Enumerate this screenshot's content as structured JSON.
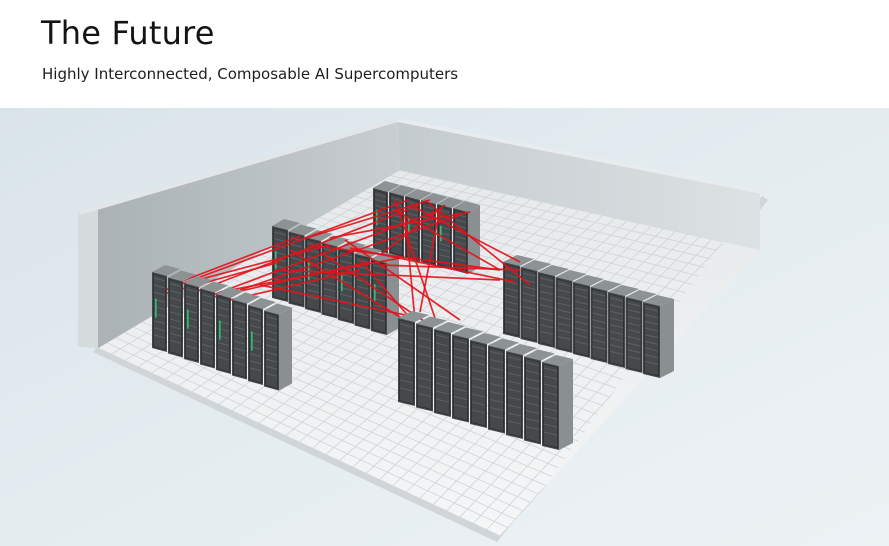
{
  "slide": {
    "title": "The Future",
    "subtitle": "Highly Interconnected, Composable AI Supercomputers"
  },
  "illustration": {
    "icon": "data-center-illustration",
    "rack_groups": [
      "back-cluster",
      "middle-cluster",
      "left-cluster",
      "right-row",
      "front-row"
    ],
    "colors": {
      "background": "#dce6ec",
      "wall": "#b9c0c3",
      "floor": "#eef0f1",
      "floor_grid": "#cfd4d7",
      "rack": "#45494c",
      "rack_side": "#8a8f92",
      "cable": "#e3121b",
      "status_light": "#2fbf75"
    }
  }
}
